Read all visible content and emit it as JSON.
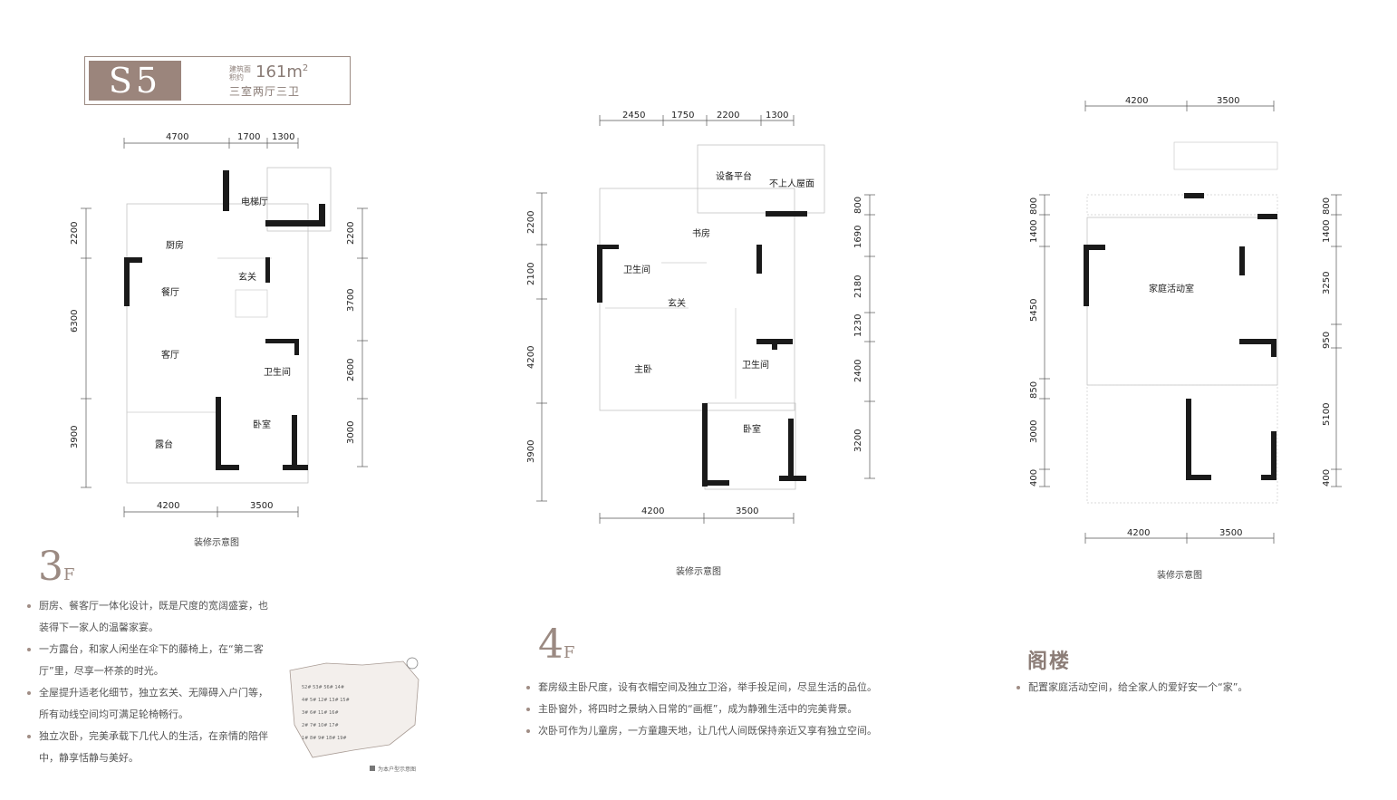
{
  "unit": {
    "code": "S5",
    "area_label": "建筑面积约",
    "area_value": "161m",
    "area_sup": "2",
    "layout": "三室两厅三卫"
  },
  "plan3f": {
    "top_dims": [
      "4700",
      "1700",
      "1300"
    ],
    "bottom_dims": [
      "4200",
      "3500"
    ],
    "left_dims": [
      "2200",
      "6300",
      "3900"
    ],
    "right_dims": [
      "2200",
      "3700",
      "2600",
      "3000"
    ],
    "rooms": {
      "elevator": "电梯厅",
      "kitchen": "厨房",
      "entrance": "玄关",
      "dining": "餐厅",
      "living": "客厅",
      "bathroom": "卫生间",
      "bedroom": "卧室",
      "terrace": "露台"
    },
    "caption": "装修示意图"
  },
  "plan4f": {
    "top_dims": [
      "2450",
      "1750",
      "2200",
      "1300"
    ],
    "bottom_dims": [
      "4200",
      "3500"
    ],
    "left_dims": [
      "2200",
      "2100",
      "4200",
      "3900"
    ],
    "right_dims": [
      "800",
      "1690",
      "2180",
      "1230",
      "2400",
      "3200"
    ],
    "rooms": {
      "equipment": "设备平台",
      "roof": "不上人屋面",
      "study": "书房",
      "bathroom1": "卫生间",
      "entrance": "玄关",
      "master": "主卧",
      "bathroom2": "卫生间",
      "bedroom": "卧室"
    },
    "caption": "装修示意图"
  },
  "planattic": {
    "top_dims": [
      "4200",
      "3500"
    ],
    "bottom_dims": [
      "4200",
      "3500"
    ],
    "left_dims": [
      "800",
      "1400",
      "5450",
      "850",
      "3000",
      "400"
    ],
    "right_dims": [
      "800",
      "1400",
      "3250",
      "950",
      "5100",
      "400"
    ],
    "rooms": {
      "family": "家庭活动室"
    },
    "caption": "装修示意图"
  },
  "floor3": {
    "num": "3",
    "suffix": "F",
    "bullets": [
      "厨房、餐客厅一体化设计，既是尺度的宽阔盛宴，也装得下一家人的温馨家宴。",
      "一方露台，和家人闲坐在伞下的藤椅上，在“第二客厅”里，尽享一杯茶的时光。",
      "全屋提升适老化细节，独立玄关、无障碍入户门等，所有动线空间均可满足轮椅畅行。",
      "独立次卧，完美承载下几代人的生活，在亲情的陪伴中，静享恬静与美好。"
    ]
  },
  "floor4": {
    "num": "4",
    "suffix": "F",
    "bullets": [
      "套房级主卧尺度，设有衣帽空间及独立卫浴，举手投足间，尽显生活的品位。",
      "主卧窗外，将四时之景纳入日常的“画框”，成为静雅生活中的完美背景。",
      "次卧可作为儿童房，一方童趣天地，让几代人间既保持亲近又享有独立空间。"
    ]
  },
  "attic": {
    "title": "阁楼",
    "bullets": [
      "配置家庭活动空间，给全家人的爱好安一个“家”。"
    ]
  },
  "site_map": {
    "legend": "为本户型示意图",
    "labels": [
      "52#",
      "53#",
      "56#",
      "14#",
      "4#",
      "5#",
      "12#",
      "13#",
      "15#",
      "3#",
      "6#",
      "11#",
      "16#",
      "2#",
      "7#",
      "10#",
      "1#",
      "8#",
      "9#",
      "17#",
      "18#",
      "19#"
    ]
  }
}
